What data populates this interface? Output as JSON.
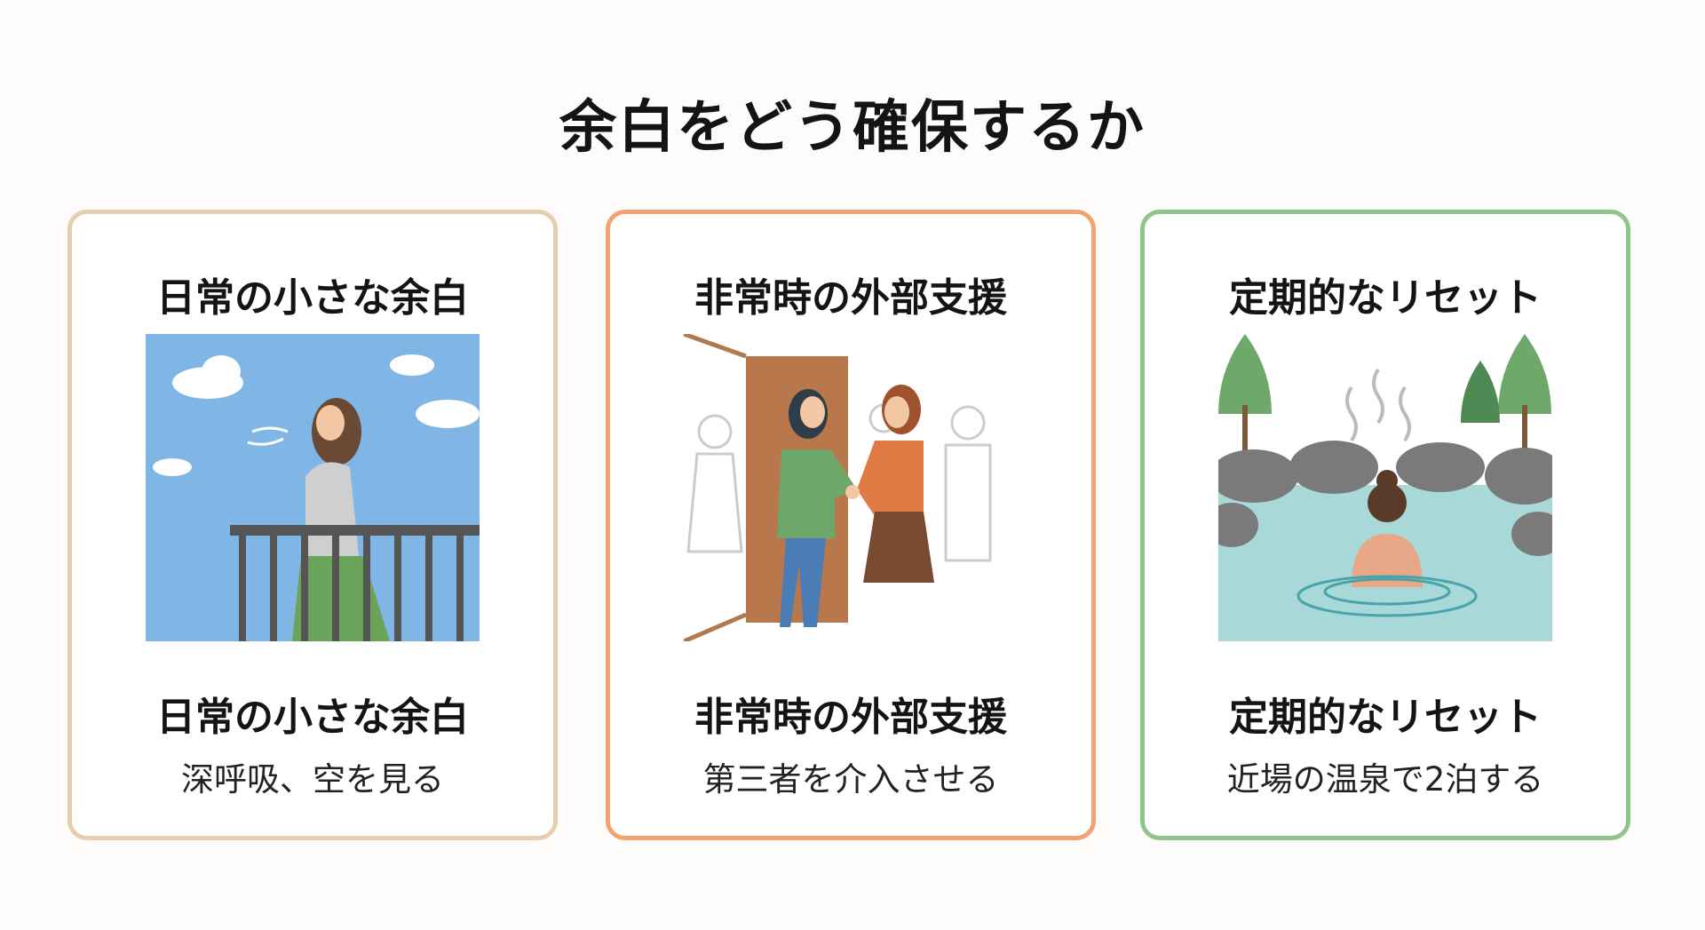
{
  "title": "余白をどう確保するか",
  "cards": [
    {
      "heading": "日常の小さな余白",
      "label": "日常の小さな余白",
      "description": "深呼吸、空を見る",
      "illustration": "woman-breathing-on-balcony",
      "border_color": "#e6cfae"
    },
    {
      "heading": "非常時の外部支援",
      "label": "非常時の外部支援",
      "description": "第三者を介入させる",
      "illustration": "handshake-at-door",
      "border_color": "#f2a36f"
    },
    {
      "heading": "定期的なリセット",
      "label": "定期的なリセット",
      "description": "近場の温泉で2泊する",
      "illustration": "hot-spring-bath",
      "border_color": "#8fc48d"
    }
  ]
}
